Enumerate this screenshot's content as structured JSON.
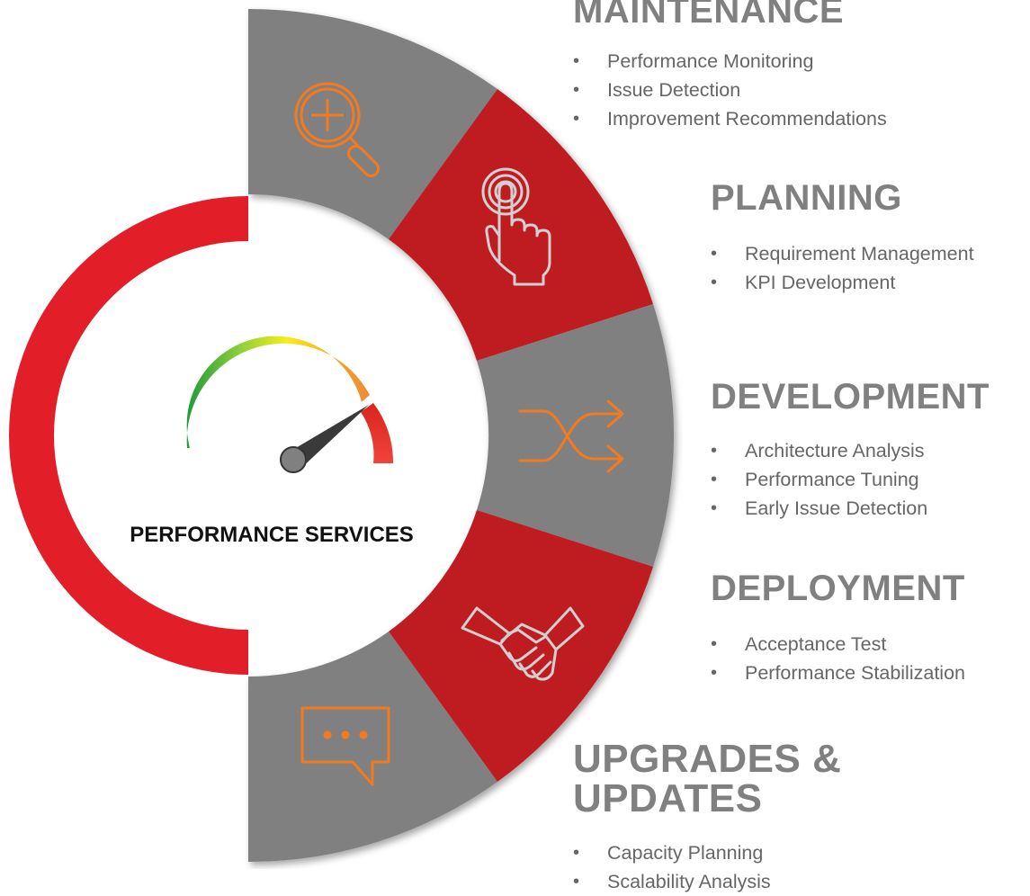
{
  "center": {
    "title": "PERFORMANCE SERVICES"
  },
  "colors": {
    "gray": "#808080",
    "red": "#bf1b22",
    "ring": "#e21e28",
    "icon_orange": "#f47a20",
    "icon_light": "#d0d0d0"
  },
  "segments": [
    {
      "icon": "magnifier-plus-icon"
    },
    {
      "icon": "hand-touch-icon"
    },
    {
      "icon": "shuffle-arrows-icon"
    },
    {
      "icon": "handshake-icon"
    },
    {
      "icon": "chat-bubble-icon"
    }
  ],
  "gauge": {
    "icon": "speedometer-icon"
  },
  "sections": {
    "maintenance": {
      "title": "MAINTENANCE",
      "items": [
        "Performance Monitoring",
        "Issue Detection",
        "Improvement Recommendations"
      ]
    },
    "planning": {
      "title": "PLANNING",
      "items": [
        "Requirement Management",
        "KPI Development"
      ]
    },
    "development": {
      "title": "DEVELOPMENT",
      "items": [
        "Architecture Analysis",
        "Performance Tuning",
        "Early Issue Detection"
      ]
    },
    "deployment": {
      "title": "DEPLOYMENT",
      "items": [
        "Acceptance Test",
        "Performance Stabilization"
      ]
    },
    "upgrades": {
      "title": "UPGRADES & UPDATES",
      "items": [
        "Capacity Planning",
        "Scalability Analysis"
      ]
    }
  }
}
